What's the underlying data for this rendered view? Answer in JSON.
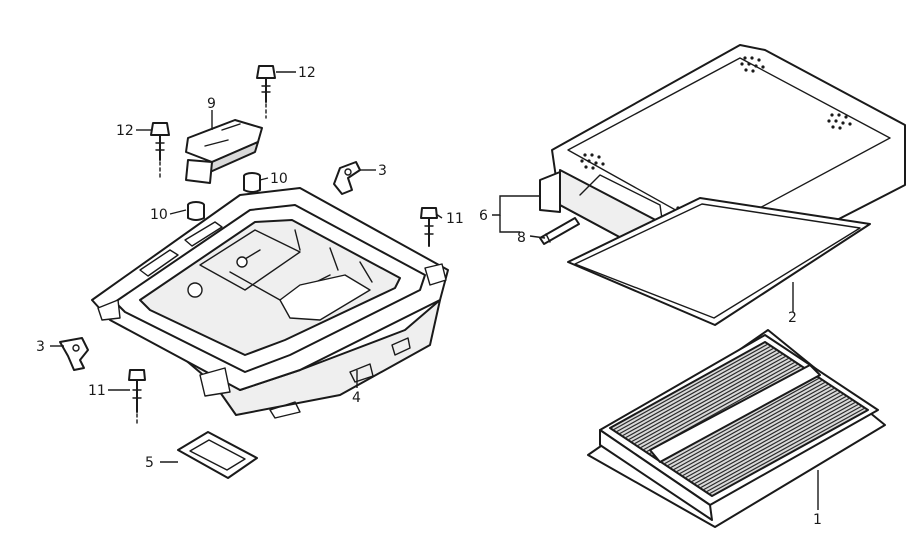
{
  "callouts": {
    "c1": "1",
    "c2": "2",
    "c3a": "3",
    "c3b": "3",
    "c4": "4",
    "c5": "5",
    "c6": "6",
    "c8": "8",
    "c9": "9",
    "c10a": "10",
    "c10b": "10",
    "c11a": "11",
    "c11b": "11",
    "c12a": "12",
    "c12b": "12"
  }
}
